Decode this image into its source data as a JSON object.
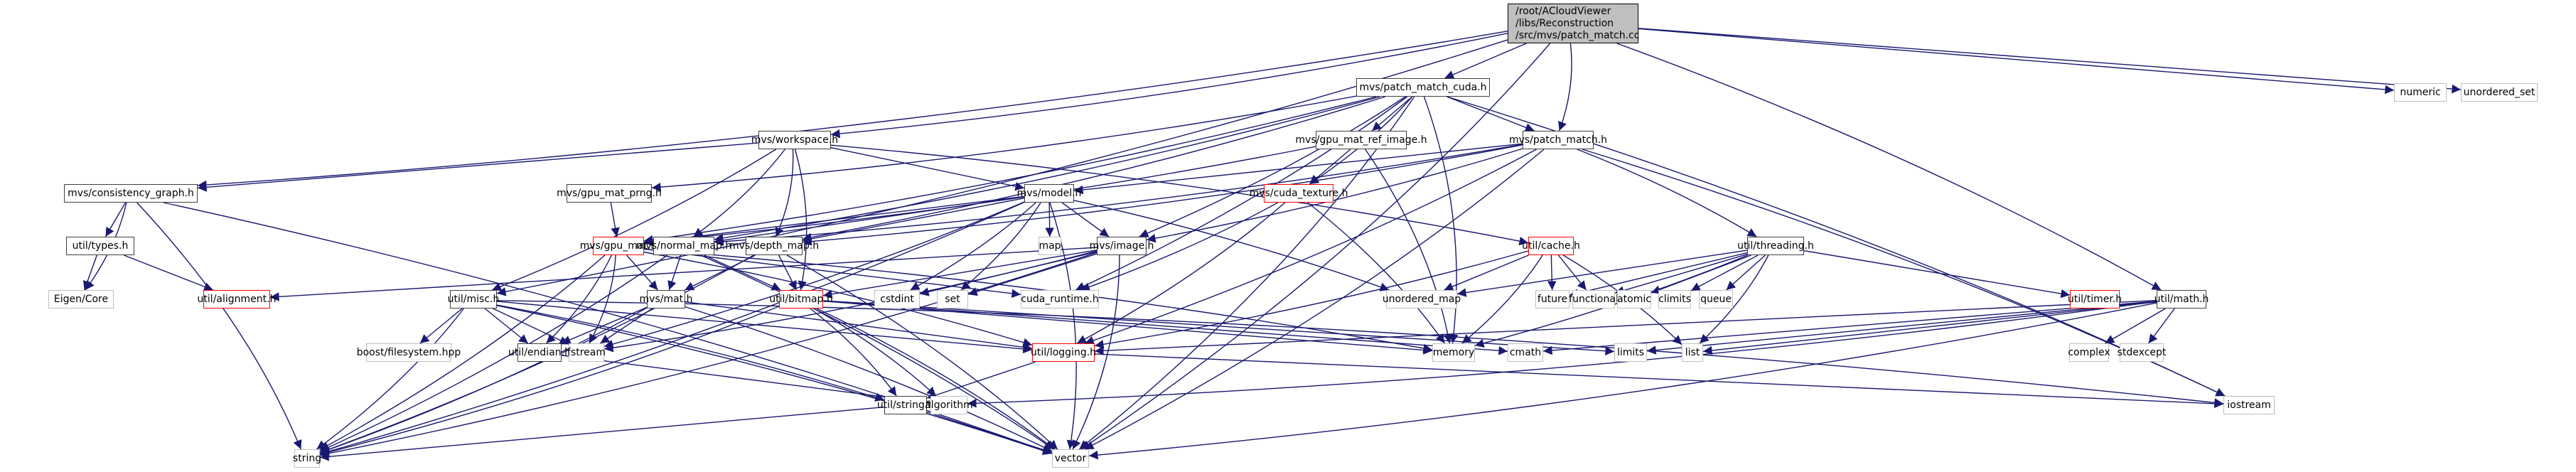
{
  "diagram": {
    "title": "Include dependency graph for patch_match.cc",
    "edge_color": "#191970",
    "root": {
      "id": "root",
      "lines": [
        "/root/ACloudViewer",
        "/libs/Reconstruction",
        "/src/mvs/patch_match.cc"
      ]
    },
    "nodes": [
      {
        "id": "patch_match_cuda",
        "label": "mvs/patch_match_cuda.h",
        "kind": "header"
      },
      {
        "id": "numeric",
        "label": "numeric",
        "kind": "system"
      },
      {
        "id": "unordered_set",
        "label": "unordered_set",
        "kind": "system"
      },
      {
        "id": "workspace",
        "label": "mvs/workspace.h",
        "kind": "header"
      },
      {
        "id": "gpu_mat_ref_image",
        "label": "mvs/gpu_mat_ref_image.h",
        "kind": "header"
      },
      {
        "id": "patch_match_h",
        "label": "mvs/patch_match.h",
        "kind": "header"
      },
      {
        "id": "consistency_graph",
        "label": "mvs/consistency_graph.h",
        "kind": "header"
      },
      {
        "id": "gpu_mat_prng",
        "label": "mvs/gpu_mat_prng.h",
        "kind": "header"
      },
      {
        "id": "model",
        "label": "mvs/model.h",
        "kind": "header"
      },
      {
        "id": "cuda_texture",
        "label": "mvs/cuda_texture.h",
        "kind": "truncated"
      },
      {
        "id": "util_types",
        "label": "util/types.h",
        "kind": "header"
      },
      {
        "id": "gpu_mat",
        "label": "mvs/gpu_mat.h",
        "kind": "truncated"
      },
      {
        "id": "normal_map",
        "label": "mvs/normal_map.h",
        "kind": "header"
      },
      {
        "id": "depth_map",
        "label": "mvs/depth_map.h",
        "kind": "header"
      },
      {
        "id": "map",
        "label": "map",
        "kind": "system"
      },
      {
        "id": "image",
        "label": "mvs/image.h",
        "kind": "header"
      },
      {
        "id": "cache",
        "label": "util/cache.h",
        "kind": "truncated"
      },
      {
        "id": "threading",
        "label": "util/threading.h",
        "kind": "header"
      },
      {
        "id": "eigen_core",
        "label": "Eigen/Core",
        "kind": "system"
      },
      {
        "id": "alignment",
        "label": "util/alignment.h",
        "kind": "truncated"
      },
      {
        "id": "misc",
        "label": "util/misc.h",
        "kind": "header"
      },
      {
        "id": "mat",
        "label": "mvs/mat.h",
        "kind": "header"
      },
      {
        "id": "bitmap",
        "label": "util/bitmap.h",
        "kind": "truncated"
      },
      {
        "id": "cstdint",
        "label": "cstdint",
        "kind": "system"
      },
      {
        "id": "set",
        "label": "set",
        "kind": "system"
      },
      {
        "id": "cuda_runtime",
        "label": "cuda_runtime.h",
        "kind": "system"
      },
      {
        "id": "unordered_map",
        "label": "unordered_map",
        "kind": "system"
      },
      {
        "id": "future",
        "label": "future",
        "kind": "system"
      },
      {
        "id": "functional",
        "label": "functional",
        "kind": "system"
      },
      {
        "id": "atomic",
        "label": "atomic",
        "kind": "system"
      },
      {
        "id": "climits",
        "label": "climits",
        "kind": "system"
      },
      {
        "id": "queue",
        "label": "queue",
        "kind": "system"
      },
      {
        "id": "timer",
        "label": "util/timer.h",
        "kind": "truncated"
      },
      {
        "id": "math",
        "label": "util/math.h",
        "kind": "header"
      },
      {
        "id": "boost_fs",
        "label": "boost/filesystem.hpp",
        "kind": "system"
      },
      {
        "id": "endian",
        "label": "util/endian.h",
        "kind": "header"
      },
      {
        "id": "fstream",
        "label": "fstream",
        "kind": "system"
      },
      {
        "id": "memory",
        "label": "memory",
        "kind": "system"
      },
      {
        "id": "cmath",
        "label": "cmath",
        "kind": "system"
      },
      {
        "id": "limits",
        "label": "limits",
        "kind": "system"
      },
      {
        "id": "list",
        "label": "list",
        "kind": "system"
      },
      {
        "id": "complex",
        "label": "complex",
        "kind": "system"
      },
      {
        "id": "stdexcept",
        "label": "stdexcept",
        "kind": "system"
      },
      {
        "id": "logging",
        "label": "util/logging.h",
        "kind": "truncated"
      },
      {
        "id": "iostream",
        "label": "iostream",
        "kind": "system"
      },
      {
        "id": "util_string",
        "label": "util/string.h",
        "kind": "header"
      },
      {
        "id": "algorithm",
        "label": "algorithm",
        "kind": "system"
      },
      {
        "id": "string",
        "label": "string",
        "kind": "system"
      },
      {
        "id": "vector",
        "label": "vector",
        "kind": "system"
      }
    ],
    "edges": [
      [
        "root",
        "patch_match_cuda"
      ],
      [
        "root",
        "numeric"
      ],
      [
        "root",
        "unordered_set"
      ],
      [
        "root",
        "workspace"
      ],
      [
        "root",
        "patch_match_h"
      ],
      [
        "root",
        "consistency_graph"
      ],
      [
        "root",
        "misc"
      ],
      [
        "root",
        "math"
      ],
      [
        "root",
        "vector"
      ],
      [
        "patch_match_cuda",
        "gpu_mat_ref_image"
      ],
      [
        "patch_match_cuda",
        "patch_match_h"
      ],
      [
        "patch_match_cuda",
        "gpu_mat_prng"
      ],
      [
        "patch_match_cuda",
        "cuda_texture"
      ],
      [
        "patch_match_cuda",
        "gpu_mat"
      ],
      [
        "patch_match_cuda",
        "normal_map"
      ],
      [
        "patch_match_cuda",
        "depth_map"
      ],
      [
        "patch_match_cuda",
        "image"
      ],
      [
        "patch_match_cuda",
        "cuda_runtime"
      ],
      [
        "patch_match_cuda",
        "memory"
      ],
      [
        "patch_match_cuda",
        "iostream"
      ],
      [
        "patch_match_cuda",
        "vector"
      ],
      [
        "workspace",
        "model"
      ],
      [
        "workspace",
        "consistency_graph"
      ],
      [
        "workspace",
        "normal_map"
      ],
      [
        "workspace",
        "depth_map"
      ],
      [
        "workspace",
        "cache"
      ],
      [
        "workspace",
        "misc"
      ],
      [
        "workspace",
        "bitmap"
      ],
      [
        "gpu_mat_ref_image",
        "cuda_texture"
      ],
      [
        "gpu_mat_ref_image",
        "gpu_mat"
      ],
      [
        "gpu_mat_ref_image",
        "memory"
      ],
      [
        "patch_match_h",
        "model"
      ],
      [
        "patch_match_h",
        "depth_map"
      ],
      [
        "patch_match_h",
        "normal_map"
      ],
      [
        "patch_match_h",
        "image"
      ],
      [
        "patch_match_h",
        "threading"
      ],
      [
        "patch_match_h",
        "logging"
      ],
      [
        "patch_match_h",
        "iostream"
      ],
      [
        "patch_match_h",
        "vector"
      ],
      [
        "consistency_graph",
        "util_types"
      ],
      [
        "consistency_graph",
        "eigen_core"
      ],
      [
        "consistency_graph",
        "string"
      ],
      [
        "consistency_graph",
        "vector"
      ],
      [
        "gpu_mat_prng",
        "gpu_mat"
      ],
      [
        "model",
        "map"
      ],
      [
        "model",
        "image"
      ],
      [
        "model",
        "gpu_mat"
      ],
      [
        "model",
        "depth_map"
      ],
      [
        "model",
        "normal_map"
      ],
      [
        "model",
        "cstdint"
      ],
      [
        "model",
        "set"
      ],
      [
        "model",
        "unordered_map"
      ],
      [
        "model",
        "string"
      ],
      [
        "model",
        "vector"
      ],
      [
        "model",
        "fstream"
      ],
      [
        "cuda_texture",
        "memory"
      ],
      [
        "cuda_texture",
        "cuda_runtime"
      ],
      [
        "cuda_texture",
        "logging"
      ],
      [
        "util_types",
        "eigen_core"
      ],
      [
        "util_types",
        "alignment"
      ],
      [
        "gpu_mat",
        "mat"
      ],
      [
        "gpu_mat",
        "endian"
      ],
      [
        "gpu_mat",
        "fstream"
      ],
      [
        "gpu_mat",
        "logging"
      ],
      [
        "gpu_mat",
        "cuda_runtime"
      ],
      [
        "gpu_mat",
        "string"
      ],
      [
        "gpu_mat",
        "memory"
      ],
      [
        "normal_map",
        "mat"
      ],
      [
        "normal_map",
        "bitmap"
      ],
      [
        "normal_map",
        "string"
      ],
      [
        "normal_map",
        "vector"
      ],
      [
        "depth_map",
        "mat"
      ],
      [
        "depth_map",
        "bitmap"
      ],
      [
        "depth_map",
        "string"
      ],
      [
        "depth_map",
        "vector"
      ],
      [
        "image",
        "bitmap"
      ],
      [
        "image",
        "cstdint"
      ],
      [
        "image",
        "set"
      ],
      [
        "image",
        "string"
      ],
      [
        "image",
        "vector"
      ],
      [
        "image",
        "fstream"
      ],
      [
        "image",
        "alignment"
      ],
      [
        "cache",
        "unordered_map"
      ],
      [
        "cache",
        "future"
      ],
      [
        "cache",
        "functional"
      ],
      [
        "cache",
        "memory"
      ],
      [
        "cache",
        "list"
      ],
      [
        "cache",
        "logging"
      ],
      [
        "threading",
        "atomic"
      ],
      [
        "threading",
        "climits"
      ],
      [
        "threading",
        "queue"
      ],
      [
        "threading",
        "timer"
      ],
      [
        "threading",
        "future"
      ],
      [
        "threading",
        "functional"
      ],
      [
        "threading",
        "unordered_map"
      ],
      [
        "threading",
        "list"
      ],
      [
        "threading",
        "memory"
      ],
      [
        "misc",
        "boost_fs"
      ],
      [
        "misc",
        "endian"
      ],
      [
        "misc",
        "util_string"
      ],
      [
        "misc",
        "string"
      ],
      [
        "misc",
        "vector"
      ],
      [
        "misc",
        "fstream"
      ],
      [
        "misc",
        "logging"
      ],
      [
        "misc",
        "iostream"
      ],
      [
        "mat",
        "endian"
      ],
      [
        "mat",
        "fstream"
      ],
      [
        "mat",
        "logging"
      ],
      [
        "mat",
        "string"
      ],
      [
        "mat",
        "vector"
      ],
      [
        "bitmap",
        "util_string"
      ],
      [
        "bitmap",
        "algorithm"
      ],
      [
        "bitmap",
        "memory"
      ],
      [
        "bitmap",
        "cmath"
      ],
      [
        "bitmap",
        "limits"
      ],
      [
        "bitmap",
        "string"
      ],
      [
        "bitmap",
        "vector"
      ],
      [
        "math",
        "complex"
      ],
      [
        "math",
        "stdexcept"
      ],
      [
        "math",
        "list"
      ],
      [
        "math",
        "limits"
      ],
      [
        "math",
        "cmath"
      ],
      [
        "math",
        "algorithm"
      ],
      [
        "math",
        "vector"
      ],
      [
        "math",
        "logging"
      ],
      [
        "logging",
        "iostream"
      ],
      [
        "logging",
        "util_string"
      ],
      [
        "util_string",
        "string"
      ],
      [
        "util_string",
        "vector"
      ],
      [
        "endian",
        "algorithm"
      ]
    ]
  }
}
